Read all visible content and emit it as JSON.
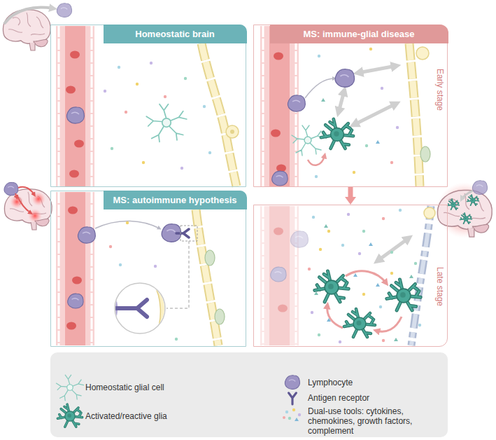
{
  "diagram": {
    "nodes": [
      {
        "text": [
          "Homeostatic brain"
        ]
      },
      {
        "text": [
          "MS: immune-glial disease",
          "Early stage"
        ]
      },
      {
        "text": [
          "MS: autoimmune hypothesis"
        ]
      },
      {
        "text": [
          "Late stage"
        ]
      }
    ],
    "edges": [
      {
        "from": 1,
        "to": 3,
        "arrow": "to"
      }
    ],
    "legend": [
      {
        "text": "Homeostatic glial cell"
      },
      {
        "text": "Activated/reactive glia"
      },
      {
        "text": "Lymphocyte"
      },
      {
        "text": "Antigen receptor"
      },
      {
        "text": "Dual-use tools: cytokines, chemokines, growth factors, complement"
      }
    ]
  }
}
